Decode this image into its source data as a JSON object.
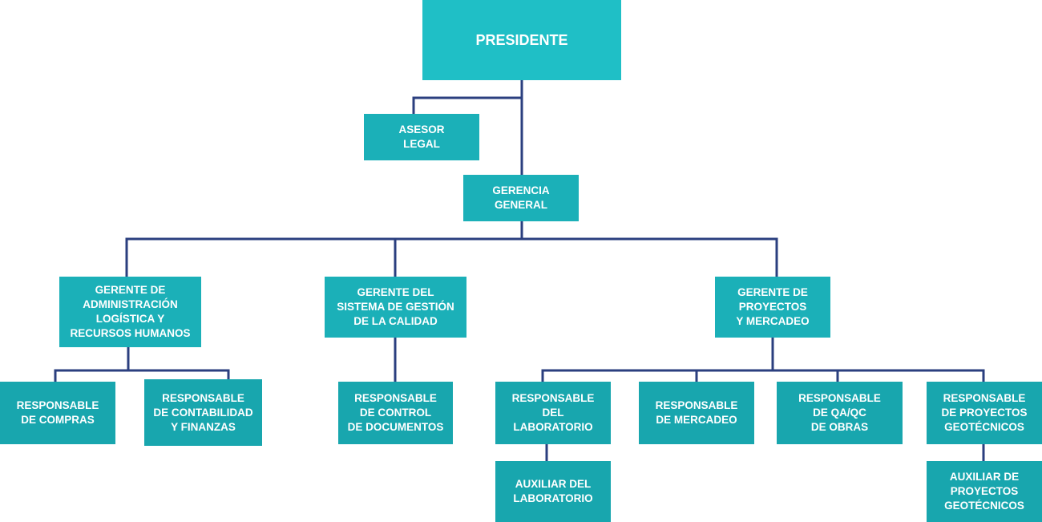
{
  "colors": {
    "connector": "#2b3f7f",
    "top_box": "#1fbfc6",
    "mid_box": "#1bb0b8",
    "leaf_box": "#18a6ae",
    "text": "#ffffff"
  },
  "nodes": {
    "presidente": "PRESIDENTE",
    "asesor_legal": "ASESOR\nLEGAL",
    "gerencia_general": "GERENCIA\nGENERAL",
    "gerente_admin": "GERENTE DE\nADMINISTRACIÓN\nLOGÍSTICA Y\nRECURSOS HUMANOS",
    "gerente_calidad": "GERENTE DEL\nSISTEMA DE GESTIÓN\nDE LA CALIDAD",
    "gerente_proyectos": "GERENTE DE\nPROYECTOS\nY MERCADEO",
    "resp_compras": "RESPONSABLE\nDE COMPRAS",
    "resp_contabilidad": "RESPONSABLE\nDE CONTABILIDAD\nY FINANZAS",
    "resp_control_docs": "RESPONSABLE\nDE CONTROL\nDE DOCUMENTOS",
    "resp_laboratorio": "RESPONSABLE\nDEL\nLABORATORIO",
    "resp_mercadeo": "RESPONSABLE\nDE MERCADEO",
    "resp_qaqc": "RESPONSABLE\nDE QA/QC\nDE OBRAS",
    "resp_geotecnicos": "RESPONSABLE\nDE PROYECTOS\nGEOTÉCNICOS",
    "aux_laboratorio": "AUXILIAR DEL\nLABORATORIO",
    "aux_geotecnicos": "AUXILIAR DE\nPROYECTOS\nGEOTÉCNICOS"
  }
}
